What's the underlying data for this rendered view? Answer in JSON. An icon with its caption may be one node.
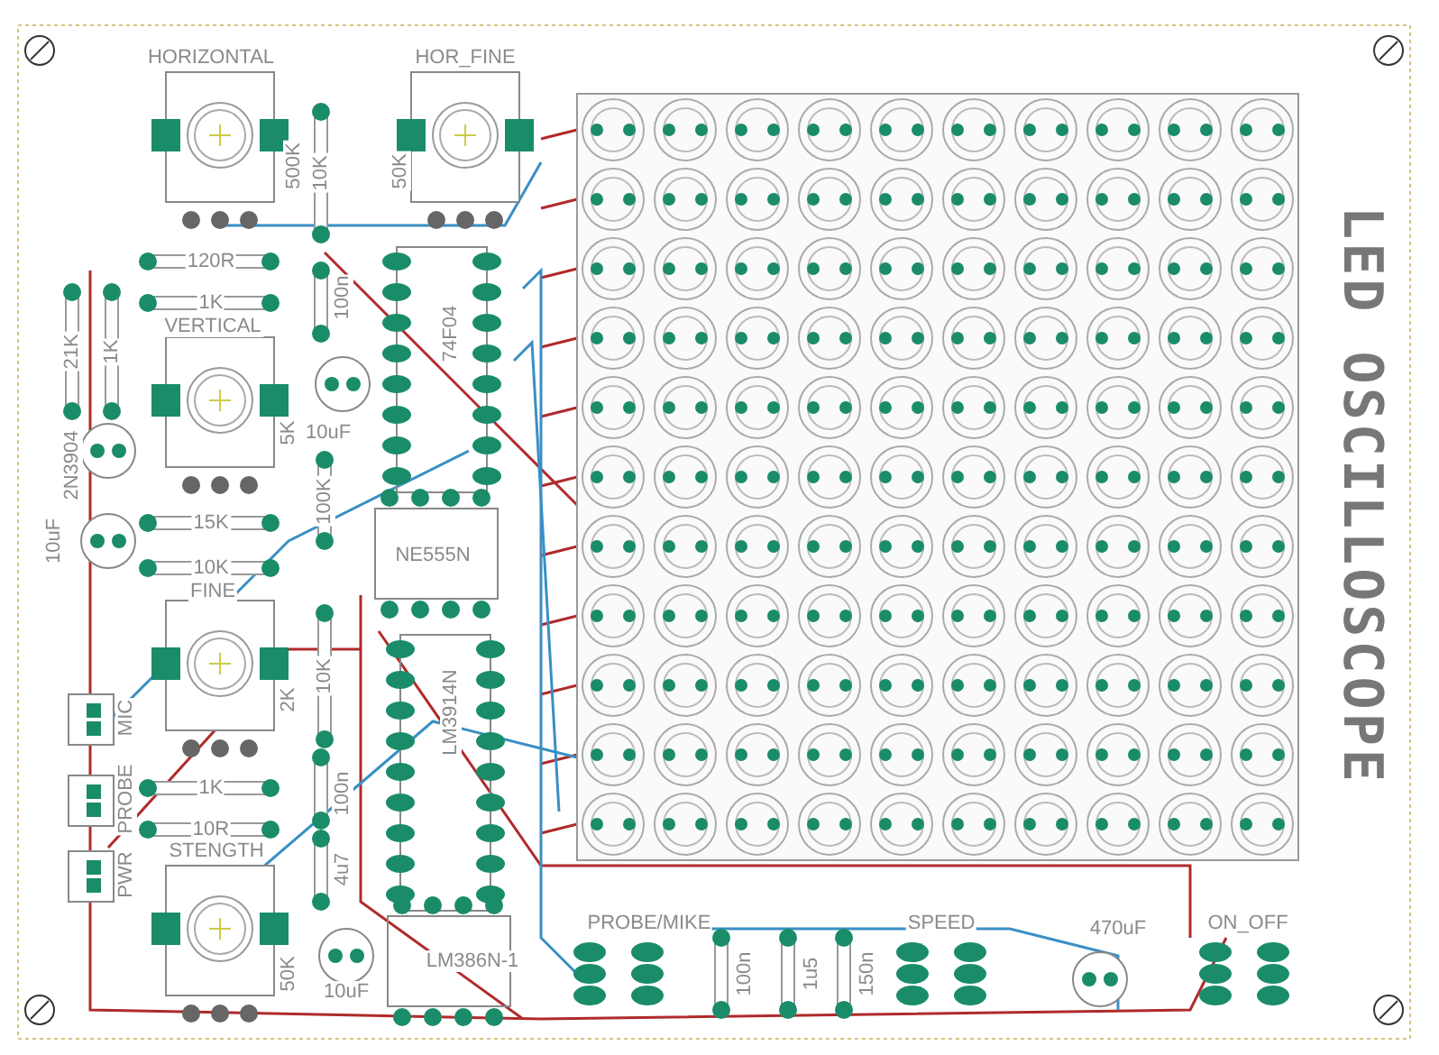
{
  "diagram": {
    "title": "LED OSCILLOSCOPE",
    "labels": [
      "HORIZONTAL",
      "HOR_FINE",
      "500K",
      "10K",
      "50K",
      "120R",
      "1K",
      "VERTICAL",
      "21K",
      "1K",
      "100n",
      "5K",
      "10uF",
      "2N3904",
      "15K",
      "100K",
      "10uF",
      "10K",
      "FINE",
      "2K",
      "10K",
      "NE555N",
      "74F04",
      "LM3914N",
      "MIC",
      "PROBE",
      "PWR",
      "1K",
      "10R",
      "STENGTH",
      "100n",
      "4u7",
      "50K",
      "10uF",
      "LM386N-1",
      "PROBE/MIKE",
      "100n",
      "1u5",
      "150n",
      "SPEED",
      "470uF",
      "ON_OFF"
    ]
  }
}
